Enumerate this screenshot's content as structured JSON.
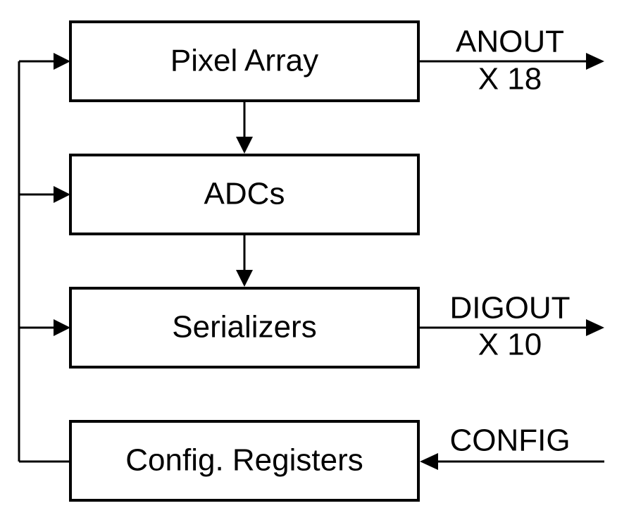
{
  "blocks": {
    "pixel_array": "Pixel Array",
    "adcs": "ADCs",
    "serializers": "Serializers",
    "config_registers": "Config. Registers"
  },
  "signals": {
    "anout": {
      "name": "ANOUT",
      "count": "X 18"
    },
    "digout": {
      "name": "DIGOUT",
      "count": "X 10"
    },
    "config": {
      "name": "CONFIG"
    }
  },
  "colors": {
    "stroke": "#000000",
    "background": "#ffffff"
  }
}
